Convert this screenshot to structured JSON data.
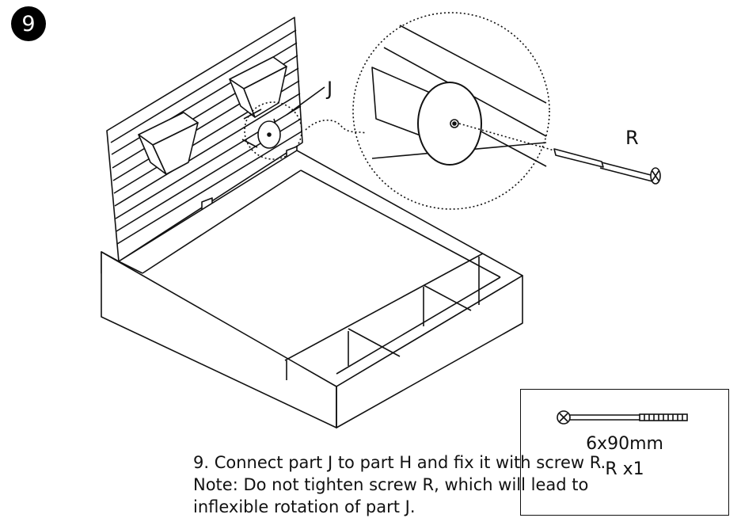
{
  "step": {
    "number": "9"
  },
  "labels": {
    "part_j": "J",
    "part_r": "R"
  },
  "instructions": {
    "line1": "9. Connect part J to part H and fix it with screw R.",
    "line2": "Note: Do not tighten screw R, which will lead to",
    "line3": "inflexible rotation of part J."
  },
  "hardware": {
    "size": "6x90mm",
    "quantity": "R x1"
  }
}
